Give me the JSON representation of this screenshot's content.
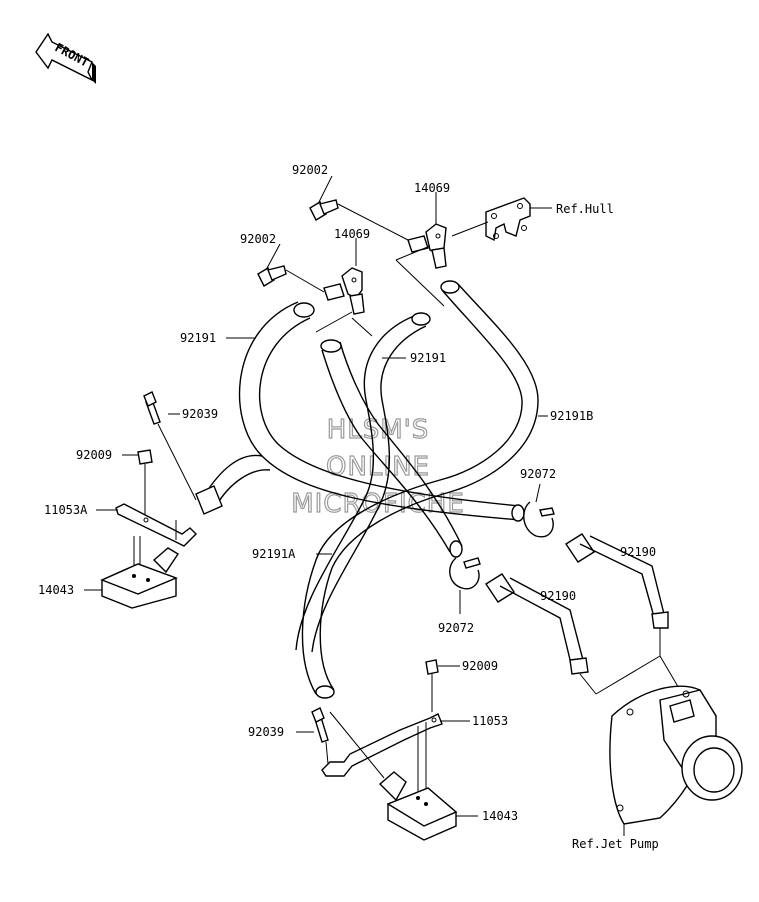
{
  "front_badge": "FRONT",
  "watermark": [
    "HLSM'S",
    "ONLINE",
    "MICROFICHE"
  ],
  "labels": {
    "p92002_top": "92002",
    "p14069_top": "14069",
    "ref_hull": "Ref.Hull",
    "p92002_left": "92002",
    "p14069_left": "14069",
    "p92191_left": "92191",
    "p92191_mid": "92191",
    "p92191b": "92191B",
    "p92039_top": "92039",
    "p92009_left": "92009",
    "p11053a": "11053A",
    "p14043_left": "14043",
    "p92072_top": "92072",
    "p92190_right": "92190",
    "p92191a": "92191A",
    "p92190_mid": "92190",
    "p92072_bottom": "92072",
    "p92009_bottom": "92009",
    "p11053": "11053",
    "p92039_bottom": "92039",
    "p14043_bottom": "14043",
    "ref_jet_pump": "Ref.Jet Pump"
  }
}
